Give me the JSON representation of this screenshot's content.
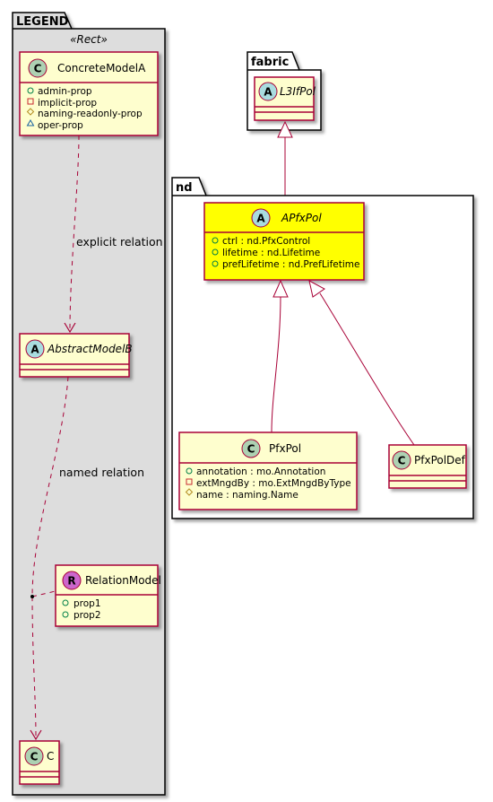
{
  "legend": {
    "title": "LEGEND",
    "stereotype": "«Rect»",
    "concrete": {
      "icon": "C",
      "name": "ConcreteModelA",
      "attrs": [
        {
          "vis": "public",
          "text": "admin-prop"
        },
        {
          "vis": "private",
          "text": "implicit-prop"
        },
        {
          "vis": "protected",
          "text": "naming-readonly-prop"
        },
        {
          "vis": "package",
          "text": "oper-prop"
        }
      ]
    },
    "abstract": {
      "icon": "A",
      "name": "AbstractModelB"
    },
    "relation_model": {
      "icon": "R",
      "name": "RelationModel",
      "attrs": [
        {
          "vis": "public",
          "text": "prop1"
        },
        {
          "vis": "public",
          "text": "prop2"
        }
      ]
    },
    "c_class": {
      "icon": "C",
      "name": "C"
    },
    "explicit_label": "explicit relation",
    "named_label": "named relation"
  },
  "fabric": {
    "title": "fabric",
    "l3ifpol": {
      "icon": "A",
      "name": "L3IfPol"
    }
  },
  "nd": {
    "title": "nd",
    "apfxpol": {
      "icon": "A",
      "name": "APfxPol",
      "attrs": [
        {
          "vis": "public",
          "text": "ctrl : nd.PfxControl"
        },
        {
          "vis": "public",
          "text": "lifetime : nd.Lifetime"
        },
        {
          "vis": "public",
          "text": "prefLifetime : nd.PrefLifetime"
        }
      ]
    },
    "pfxpol": {
      "icon": "C",
      "name": "PfxPol",
      "attrs": [
        {
          "vis": "public",
          "text": "annotation : mo.Annotation"
        },
        {
          "vis": "private",
          "text": "extMngdBy : mo.ExtMngdByType"
        },
        {
          "vis": "protected",
          "text": "name : naming.Name"
        }
      ]
    },
    "pfxpoldef": {
      "icon": "C",
      "name": "PfxPolDef"
    }
  },
  "colors": {
    "class_fill": "#FEFECE",
    "border": "#A80036",
    "highlight": "#FFFF00",
    "package_fill": "#DDDDDD",
    "icon_concrete": "#ADD1B2",
    "icon_abstract": "#A9DCDF",
    "icon_relation": "#CC66CC"
  }
}
